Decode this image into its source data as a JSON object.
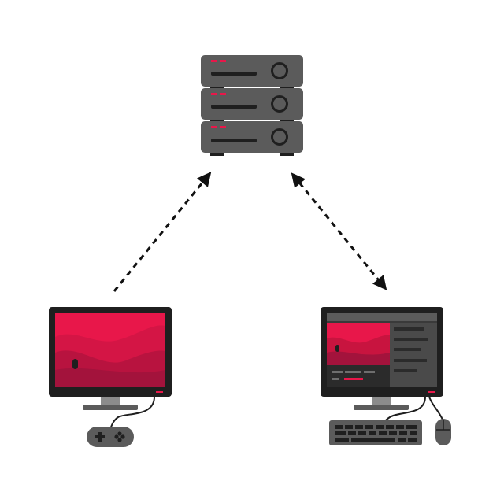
{
  "diagram": {
    "nodes": [
      {
        "id": "server",
        "icon": "server-rack-icon",
        "units": 3
      },
      {
        "id": "game-client",
        "icon": "monitor-with-gamepad-icon",
        "screen": "game"
      },
      {
        "id": "workstation-client",
        "icon": "monitor-with-keyboard-mouse-icon",
        "screen": "editor"
      }
    ],
    "edges": [
      {
        "from": "game-client",
        "to": "server",
        "style": "dashed",
        "arrows": "to-server"
      },
      {
        "from": "workstation-client",
        "to": "server",
        "style": "dashed",
        "arrows": "both"
      }
    ]
  },
  "colors": {
    "background": "#ffffff",
    "accent": "#e8174a",
    "accent_dark": "#a3133c",
    "device_dark": "#2b2b2b",
    "device_gray": "#5b5b5b",
    "device_light": "#8c8c8c",
    "arrow": "#111111"
  }
}
